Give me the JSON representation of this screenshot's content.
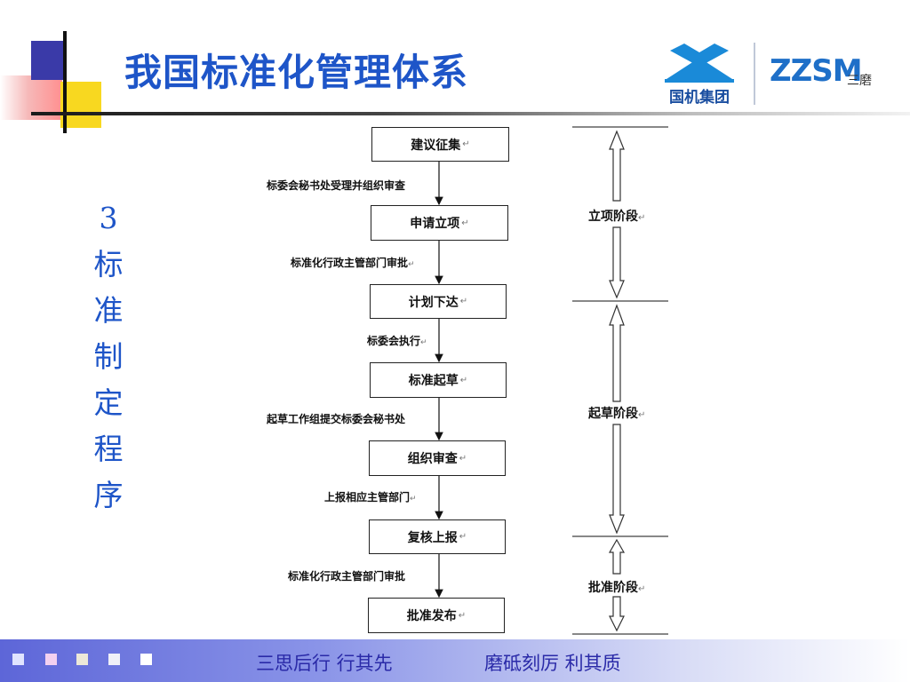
{
  "title": "我国标准化管理体系",
  "logos": {
    "left_text": "国机集团",
    "right_main": "ZZSM",
    "right_sub": "三磨"
  },
  "side_caption": [
    "3",
    "标",
    "准",
    "制",
    "定",
    "程",
    "序"
  ],
  "flow": {
    "steps": [
      "建议征集",
      "申请立项",
      "计划下达",
      "标准起草",
      "组织审查",
      "复核上报",
      "批准发布"
    ],
    "transitions": [
      "标委会秘书处受理并组织审查",
      "标准化行政主管部门审批",
      "标委会执行",
      "起草工作组提交标委会秘书处",
      "上报相应主管部门",
      "标准化行政主管部门审批"
    ],
    "phases": [
      "立项阶段",
      "起草阶段",
      "批准阶段"
    ],
    "return_mark": "↵"
  },
  "footer": {
    "motto_1": "三思后行  行其先",
    "motto_2": "磨砥刻厉  利其质",
    "squares": [
      "#e0e4ff",
      "#f2d0f0",
      "#ece8d8",
      "#f0f0f8",
      "#ffffff"
    ]
  }
}
